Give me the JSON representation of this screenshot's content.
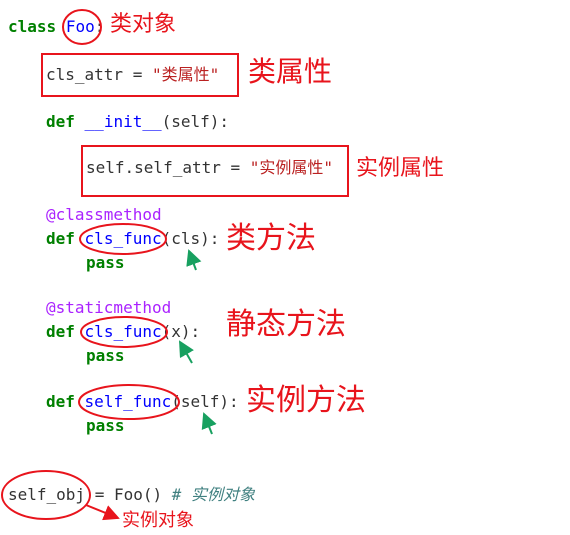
{
  "code": {
    "class_kw": "class",
    "class_name": "Foo",
    "class_colon": ":",
    "cls_attr_name": "cls_attr",
    "assign": " = ",
    "cls_attr_value": "\"类属性\"",
    "def_kw": "def",
    "init_name": "__init__",
    "init_args": "(self):",
    "self_attr_name": "self.self_attr",
    "self_attr_value": "\"实例属性\"",
    "classmethod_deco": "@classmethod",
    "cls_func_name": "cls_func",
    "cls_func_args": "(cls):",
    "pass_kw": "pass",
    "staticmethod_deco": "@staticmethod",
    "static_func_name": "cls_func",
    "static_func_args": "(x):",
    "self_func_name": "self_func",
    "self_func_args": "(self):",
    "obj_name": "self_obj",
    "obj_assign": " = Foo() ",
    "obj_comment": "# 实例对象"
  },
  "annotations": {
    "class_object": "类对象",
    "class_attribute": "类属性",
    "instance_attribute": "实例属性",
    "class_method": "类方法",
    "static_method": "静态方法",
    "instance_method": "实例方法",
    "instance_object": "实例对象"
  },
  "colors": {
    "annotation_red": "#e8141c",
    "arrow_green": "#18a060",
    "keyword_green": "#008000",
    "function_blue": "#0000ff",
    "string_red": "#ba2121",
    "decorator_purple": "#aa22ff",
    "comment_teal": "#408080"
  }
}
